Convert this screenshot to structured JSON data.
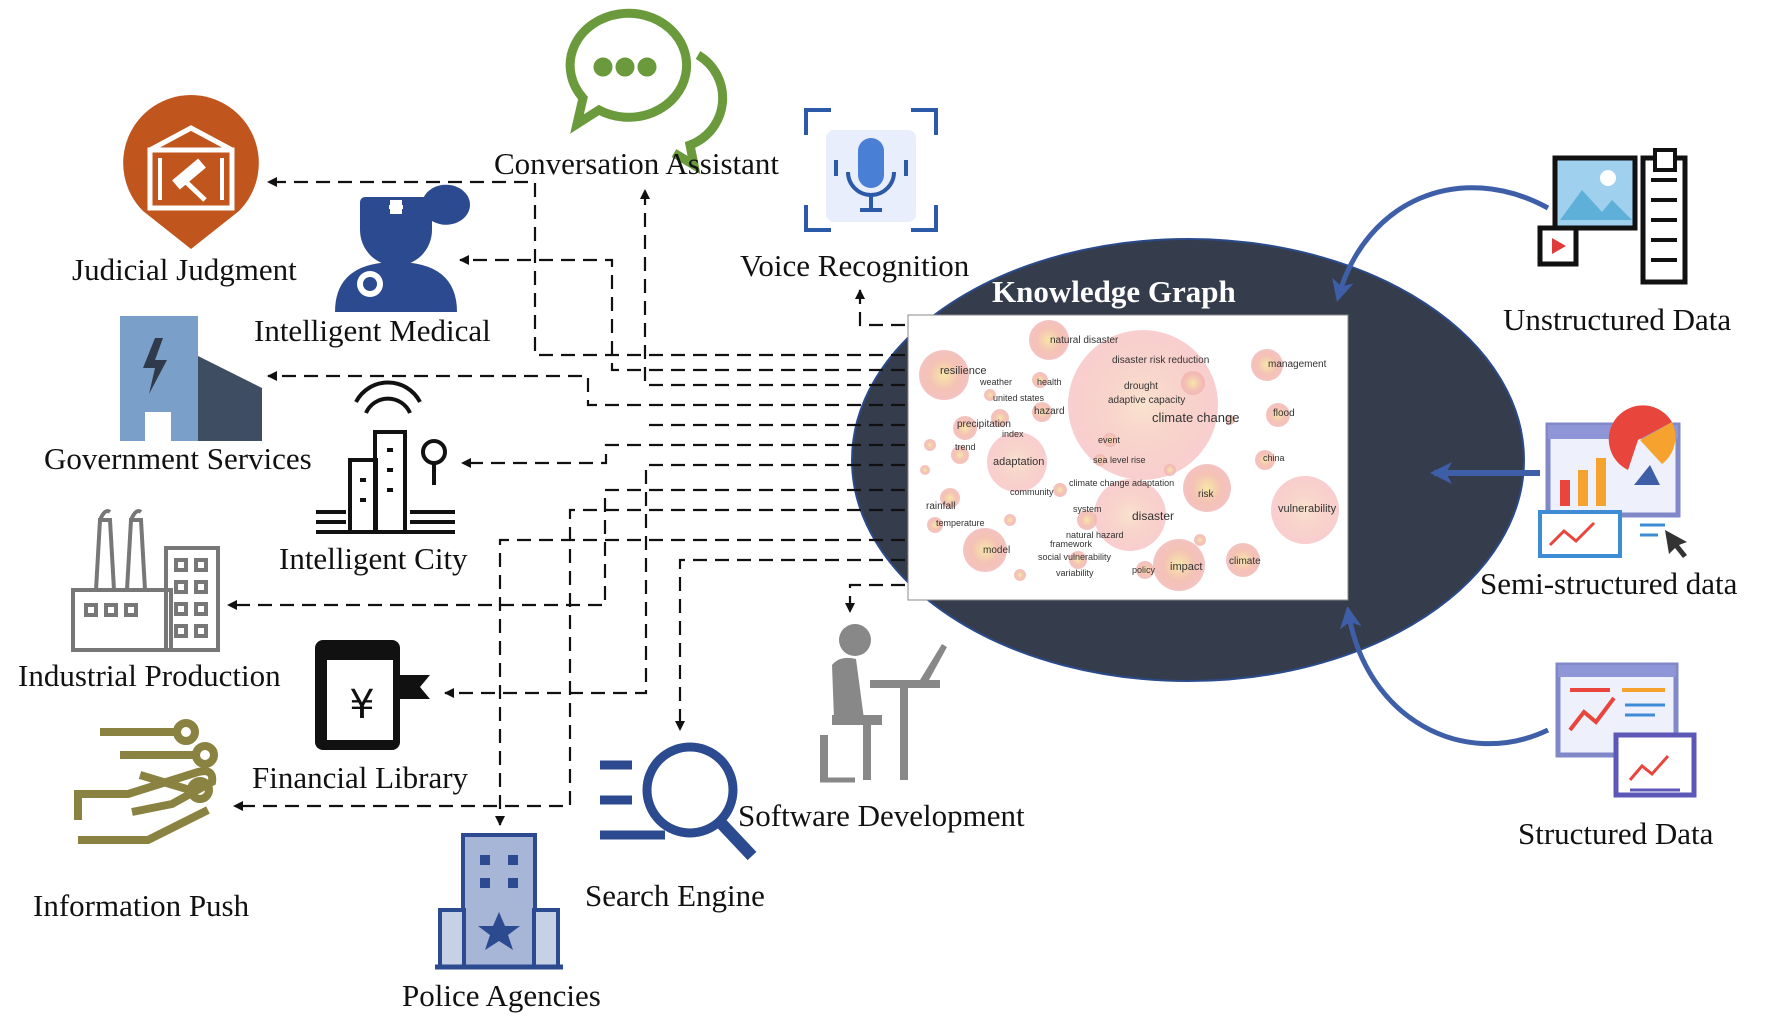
{
  "center": {
    "title": "Knowledge Graph",
    "terms": [
      "natural disaster",
      "disaster risk reduction",
      "management",
      "resilience",
      "weather",
      "health",
      "drought",
      "united states",
      "adaptive capacity",
      "hazard",
      "climate change",
      "flood",
      "precipitation",
      "index",
      "event",
      "trend",
      "adaptation",
      "sea level rise",
      "china",
      "community",
      "climate change adaptation",
      "risk",
      "rainfall",
      "system",
      "vulnerability",
      "disaster",
      "temperature",
      "natural hazard",
      "framework",
      "model",
      "social vulnerability",
      "impact",
      "climate",
      "variability",
      "policy"
    ]
  },
  "applications": {
    "judicial": "Judicial Judgment",
    "medical": "Intelligent Medical",
    "government": "Government Services",
    "city": "Intelligent City",
    "industrial": "Industrial Production",
    "financial": "Financial Library",
    "push": "Information Push",
    "police": "Police Agencies",
    "search": "Search Engine",
    "software": "Software Development",
    "voice": "Voice Recognition",
    "conversation": "Conversation Assistant"
  },
  "sources": {
    "unstructured": "Unstructured Data",
    "semi": "Semi-structured data",
    "structured": "Structured Data"
  },
  "colors": {
    "ellipse": "#353d4c",
    "arrow_blue": "#3e5fa8",
    "judicial": "#c0561e",
    "chat": "#6a9a3b",
    "push": "#8a8240"
  }
}
